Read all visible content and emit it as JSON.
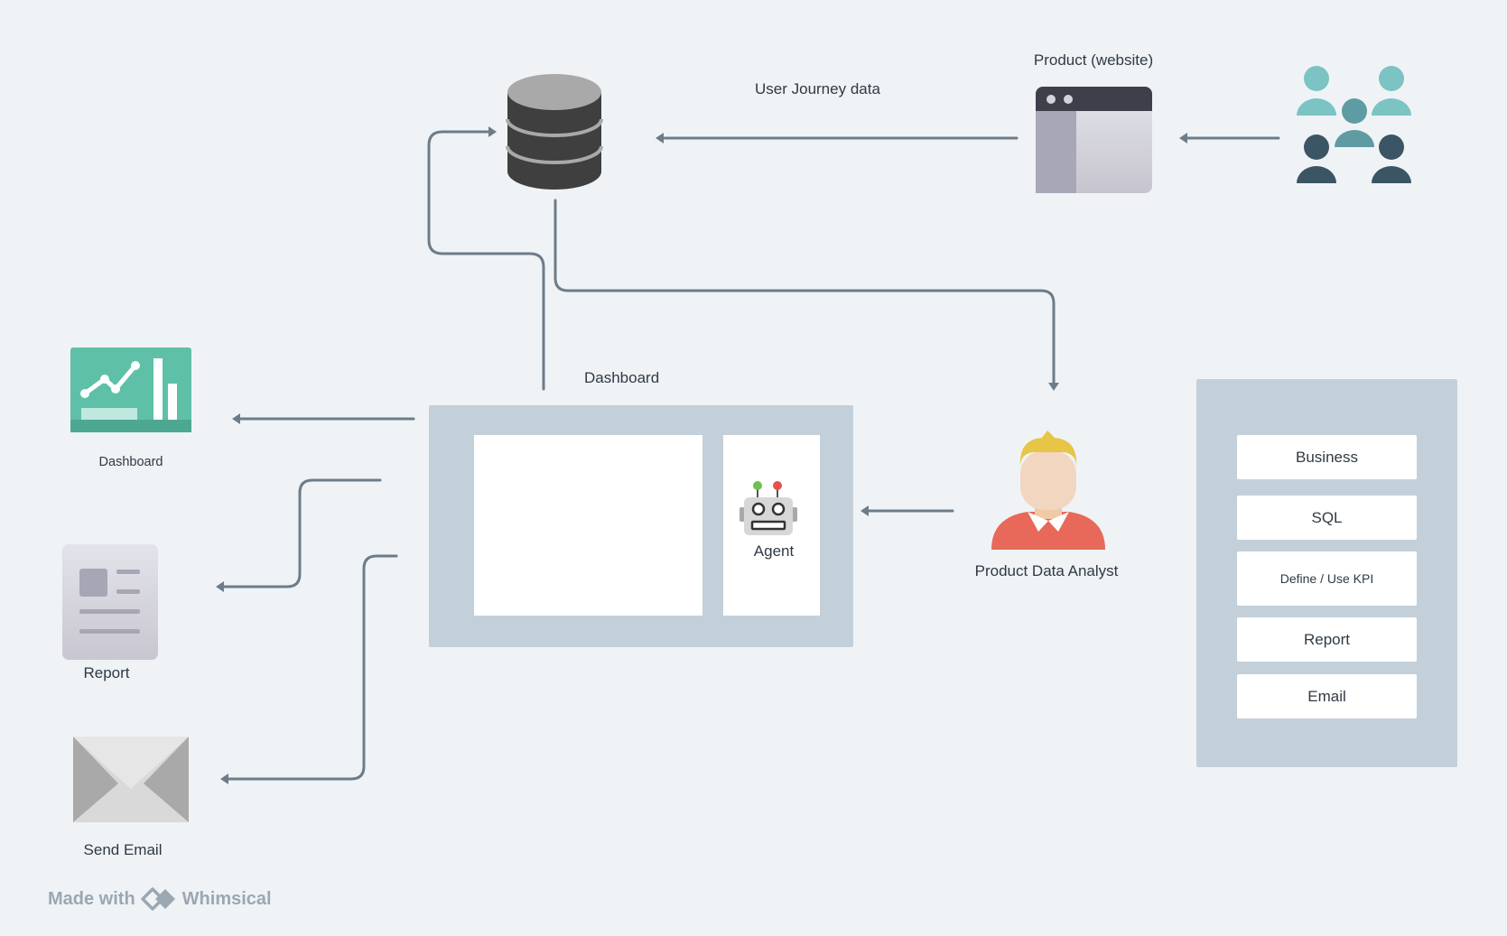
{
  "labels": {
    "user_journey": "User Journey data",
    "product_website": "Product (website)",
    "dashboard_top": "Dashboard",
    "dashboard_icon": "Dashboard",
    "report": "Report",
    "send_email": "Send Email",
    "agent": "Agent",
    "analyst": "Product Data Analyst"
  },
  "skills": [
    "Business",
    "SQL",
    "Define / Use KPI",
    "Report",
    "Email"
  ],
  "footer": {
    "made_with": "Made with",
    "brand": "Whimsical"
  },
  "colors": {
    "background": "#eff3f6",
    "frame": "#c4d0d9",
    "connector": "#6d7c89",
    "dashboard_icon": "#5fc0a8",
    "analyst_shirt": "#e8685a",
    "analyst_hair": "#e6c547",
    "users_light": "#7cc3c4",
    "users_dark": "#3b5565"
  }
}
